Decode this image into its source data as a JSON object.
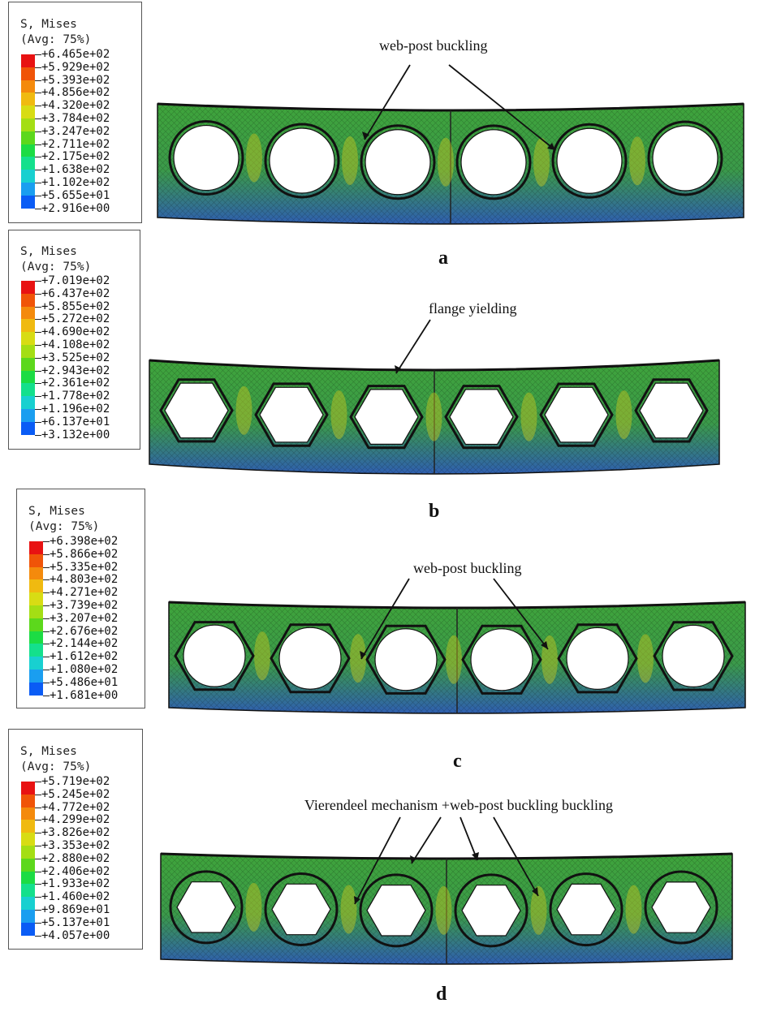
{
  "colors": {
    "contour_scale": [
      "#0000f2",
      "#0a5cf5",
      "#1a9ef0",
      "#18d0d0",
      "#14e08c",
      "#1cdc44",
      "#5cd81c",
      "#a4de14",
      "#d8dc14",
      "#f0ba10",
      "#f48a0c",
      "#f05408",
      "#e81212"
    ],
    "beam_green": "#3fa43b",
    "beam_blue": "#2f5fb0",
    "beam_yellow": "#c8c820",
    "outline": "#111111"
  },
  "panels": [
    {
      "id": "a",
      "letter": "a",
      "legend_title": "S, Mises\n(Avg: 75%)",
      "legend_values": [
        "+6.465e+02",
        "+5.929e+02",
        "+5.393e+02",
        "+4.856e+02",
        "+4.320e+02",
        "+3.784e+02",
        "+3.247e+02",
        "+2.711e+02",
        "+2.175e+02",
        "+1.638e+02",
        "+1.102e+02",
        "+5.655e+01",
        "+2.916e+00"
      ],
      "annotations": [
        "web-post buckling"
      ],
      "hole_shape": "circle"
    },
    {
      "id": "b",
      "letter": "b",
      "legend_title": "S, Mises\n(Avg: 75%)",
      "legend_values": [
        "+7.019e+02",
        "+6.437e+02",
        "+5.855e+02",
        "+5.272e+02",
        "+4.690e+02",
        "+4.108e+02",
        "+3.525e+02",
        "+2.943e+02",
        "+2.361e+02",
        "+1.778e+02",
        "+1.196e+02",
        "+6.137e+01",
        "+3.132e+00"
      ],
      "annotations": [
        "flange yielding"
      ],
      "hole_shape": "hexagon"
    },
    {
      "id": "c",
      "letter": "c",
      "legend_title": "S, Mises\n(Avg: 75%)",
      "legend_values": [
        "+6.398e+02",
        "+5.866e+02",
        "+5.335e+02",
        "+4.803e+02",
        "+4.271e+02",
        "+3.739e+02",
        "+3.207e+02",
        "+2.676e+02",
        "+2.144e+02",
        "+1.612e+02",
        "+1.080e+02",
        "+5.486e+01",
        "+1.681e+00"
      ],
      "annotations": [
        "web-post buckling"
      ],
      "hole_shape": "circle-in-hexagon"
    },
    {
      "id": "d",
      "letter": "d",
      "legend_title": "S, Mises\n(Avg: 75%)",
      "legend_values": [
        "+5.719e+02",
        "+5.245e+02",
        "+4.772e+02",
        "+4.299e+02",
        "+3.826e+02",
        "+3.353e+02",
        "+2.880e+02",
        "+2.406e+02",
        "+1.933e+02",
        "+1.460e+02",
        "+9.869e+01",
        "+5.137e+01",
        "+4.057e+00"
      ],
      "annotations": [
        "Vierendeel mechanism  +web-post buckling buckling"
      ],
      "hole_shape": "hexagon-in-circle"
    }
  ]
}
